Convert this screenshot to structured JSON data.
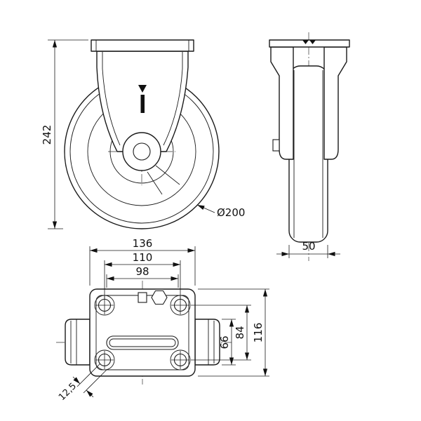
{
  "dimensions": {
    "front": {
      "overall_height": "242",
      "wheel_diameter": "Ø200"
    },
    "side": {
      "wheel_width": "50"
    },
    "plate": {
      "length": "136",
      "hole_spacing_length": "110",
      "slot_length": "98",
      "inner_spacing": "66",
      "hole_spacing_width": "84",
      "width": "116",
      "corner_offset": "12,5"
    }
  },
  "colors": {
    "line": "#1a1a1a",
    "background": "#ffffff"
  }
}
